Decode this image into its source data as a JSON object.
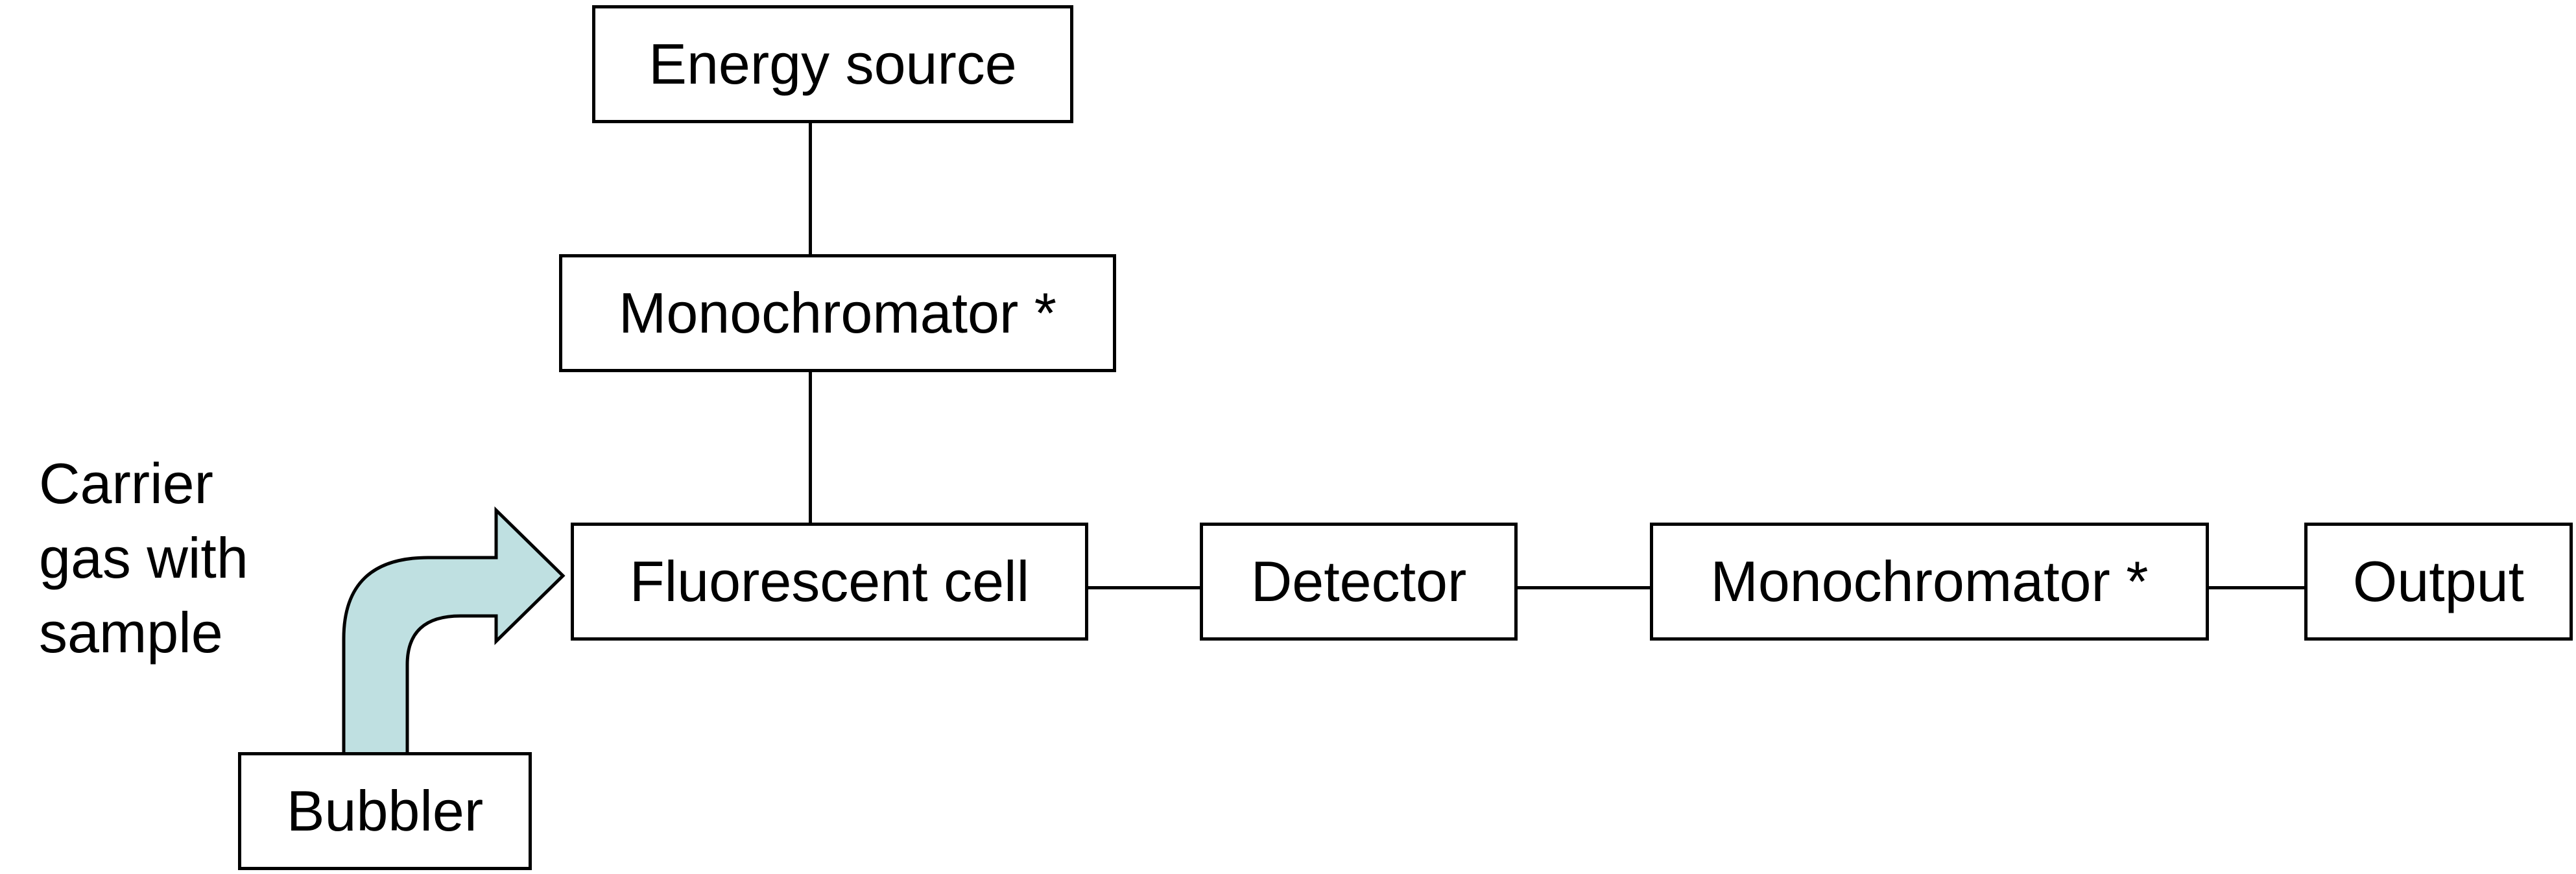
{
  "diagram": {
    "nodes": {
      "energy_source": "Energy source",
      "monochromator_excitation": "Monochromator *",
      "fluorescent_cell": "Fluorescent cell",
      "detector": "Detector",
      "monochromator_emission": "Monochromator *",
      "output": "Output",
      "bubbler": "Bubbler"
    },
    "inlet_label": [
      "Carrier",
      "gas with",
      "sample"
    ],
    "arrow_fill_color": "#bfe0e1",
    "edges": [
      [
        "energy_source",
        "monochromator_excitation"
      ],
      [
        "monochromator_excitation",
        "fluorescent_cell"
      ],
      [
        "fluorescent_cell",
        "detector"
      ],
      [
        "detector",
        "monochromator_emission"
      ],
      [
        "monochromator_emission",
        "output"
      ],
      [
        "bubbler",
        "fluorescent_cell"
      ]
    ]
  }
}
